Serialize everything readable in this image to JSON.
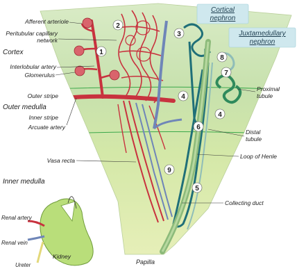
{
  "labels": {
    "afferent_arteriole": "Afferent arteriole",
    "peritubular_capillary_network_line1": "Peritubular capillary",
    "peritubular_capillary_network_line2": "network",
    "cortex": "Cortex",
    "interlobular_artery": "Interlobular artery",
    "glomerulus": "Glomerulus",
    "outer_stripe": "Outer stripe",
    "outer_medulla": "Outer medulla",
    "inner_stripe": "Inner stripe",
    "arcuate_artery": "Arcuate artery",
    "vasa_recta": "Vasa recta",
    "inner_medulla": "Inner medulla",
    "renal_artery": "Renal artery",
    "renal_vein": "Renal vein",
    "ureter": "Ureter",
    "kidney": "Kidney",
    "papilla": "Papilla",
    "cortical_nephron_line1": "Cortical",
    "cortical_nephron_line2": "nephron",
    "juxtamedullary_nephron_line1": "Juxtamedullary",
    "juxtamedullary_nephron_line2": "nephron",
    "proximal_tubule_line1": "Proximal",
    "proximal_tubule_line2": "tubule",
    "distal_tubule_line1": "Distal",
    "distal_tubule_line2": "tubule",
    "loop_of_henle": "Loop of Henle",
    "collecting_duct": "Collecting duct"
  },
  "markers": [
    "1",
    "2",
    "3",
    "4",
    "4",
    "5",
    "6",
    "7",
    "8",
    "9"
  ],
  "colors": {
    "cortex_fill": "#cfe3b4",
    "outer_medulla_fill": "#bddca0",
    "inner_medulla_fill": "#d6e6a0",
    "artery": "#c8323e",
    "vein": "#6f86b8",
    "tubule": "#1f6f78",
    "tubule_light": "#8fbdb8",
    "collecting_duct": "#8cba7a",
    "zone_line": "#3aa84a"
  }
}
